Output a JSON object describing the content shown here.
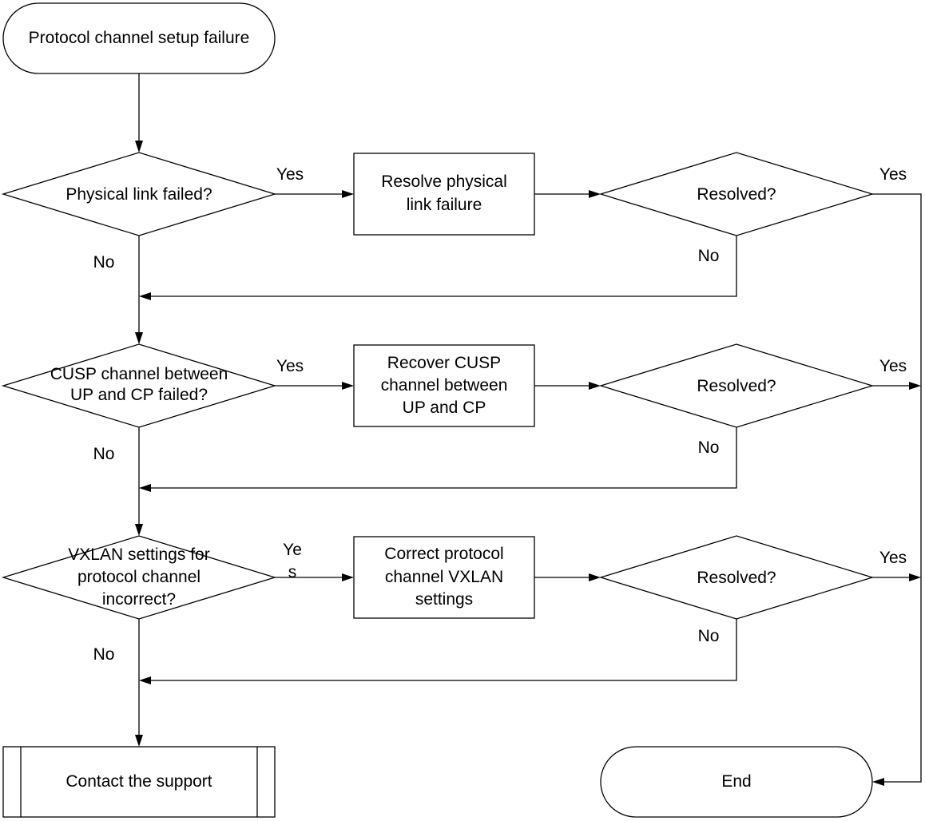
{
  "start": {
    "label": "Protocol channel setup failure"
  },
  "decisions": [
    {
      "lines": [
        "Physical link failed?"
      ]
    },
    {
      "lines": [
        "CUSP channel between",
        "UP and CP failed?"
      ]
    },
    {
      "lines": [
        "VXLAN settings for",
        "protocol channel",
        "incorrect?"
      ]
    }
  ],
  "actions": [
    {
      "lines": [
        "Resolve physical",
        "link failure"
      ]
    },
    {
      "lines": [
        "Recover CUSP",
        "channel between",
        "UP and CP"
      ]
    },
    {
      "lines": [
        "Correct protocol",
        "channel VXLAN",
        "settings"
      ]
    }
  ],
  "checks": [
    {
      "label": "Resolved?"
    },
    {
      "label": "Resolved?"
    },
    {
      "label": "Resolved?"
    }
  ],
  "edge_labels": {
    "yes": "Yes",
    "no": "No",
    "yes_split": [
      "Ye",
      "s"
    ]
  },
  "support": {
    "label": "Contact the support"
  },
  "end": {
    "label": "End"
  }
}
